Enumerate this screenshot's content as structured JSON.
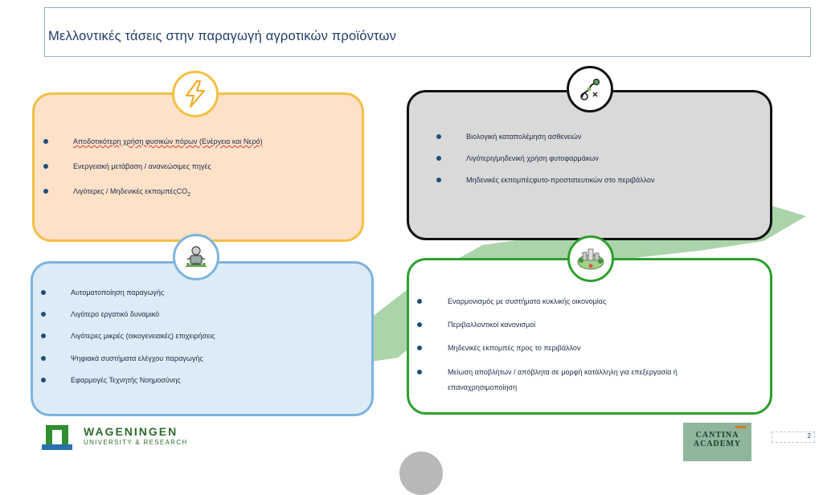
{
  "slide": {
    "title": "Μελλοντικές τάσεις στην παραγωγή αγροτικών προϊόντων",
    "page_number": "2"
  },
  "panels": {
    "energy": {
      "icon": "lightning-bolt-icon",
      "items": [
        "Αποδοτικότερη χρήση φυσικών πόρων (Ενέργεια και Νερό)",
        "Ενεργειακή μετάβαση / ανανεώσιμες πηγές",
        "Λιγότερες / Μηδενικές εκπομπέςCO",
        "2"
      ]
    },
    "bio": {
      "icon": "microbe-icon",
      "items": [
        "Βιολογική καταπολέμηση ασθενειών",
        "Λιγότερη/μηδενική χρήση φυτοφαρμάκων",
        "Μηδενικές εκπομπέςφυτο-προστατευτικών στο περιβάλλον"
      ]
    },
    "automation": {
      "icon": "farmer-robot-icon",
      "items": [
        "Αυτοματοποίηση παραγωγής",
        "Λιγότερο εργατικό δυναμικό",
        "Λιγότερες μικρές (οικογενειακές) επιχειρήσεις",
        "Ψηφιακά συστήματα ελέγχου παραγωγής",
        "Εφαρμογές Τεχνητής Νοημοσύνης"
      ]
    },
    "circular": {
      "icon": "green-city-icon",
      "items": [
        "Εναρμονισμός με συστήματα κυκλικής οικονομίας",
        "Περιβαλλοντικοί κανονισμοί",
        "Μηδενικές εκπομπές προς το περιβάλλον",
        "Μείωση αποβλήτων / απόβλητα σε μορφή κατάλληλη για επεξεργασία ή επαναχρησιμοποίηση"
      ]
    }
  },
  "logos": {
    "wur_name": "WAGENINGEN",
    "wur_sub": "UNIVERSITY & RESEARCH",
    "cantina_line1": "CANTINA",
    "cantina_line2": "ACADEMY"
  },
  "colors": {
    "orange_border": "#f3c045",
    "orange_fill": "#fde1c9",
    "gray_border": "#111111",
    "gray_fill": "#d9d9d9",
    "blue_border": "#7fb3dc",
    "blue_fill": "#ddebf7",
    "green_border": "#2e9f2e",
    "arrow": "#9ccc9c",
    "bullet": "#1f4e79"
  }
}
